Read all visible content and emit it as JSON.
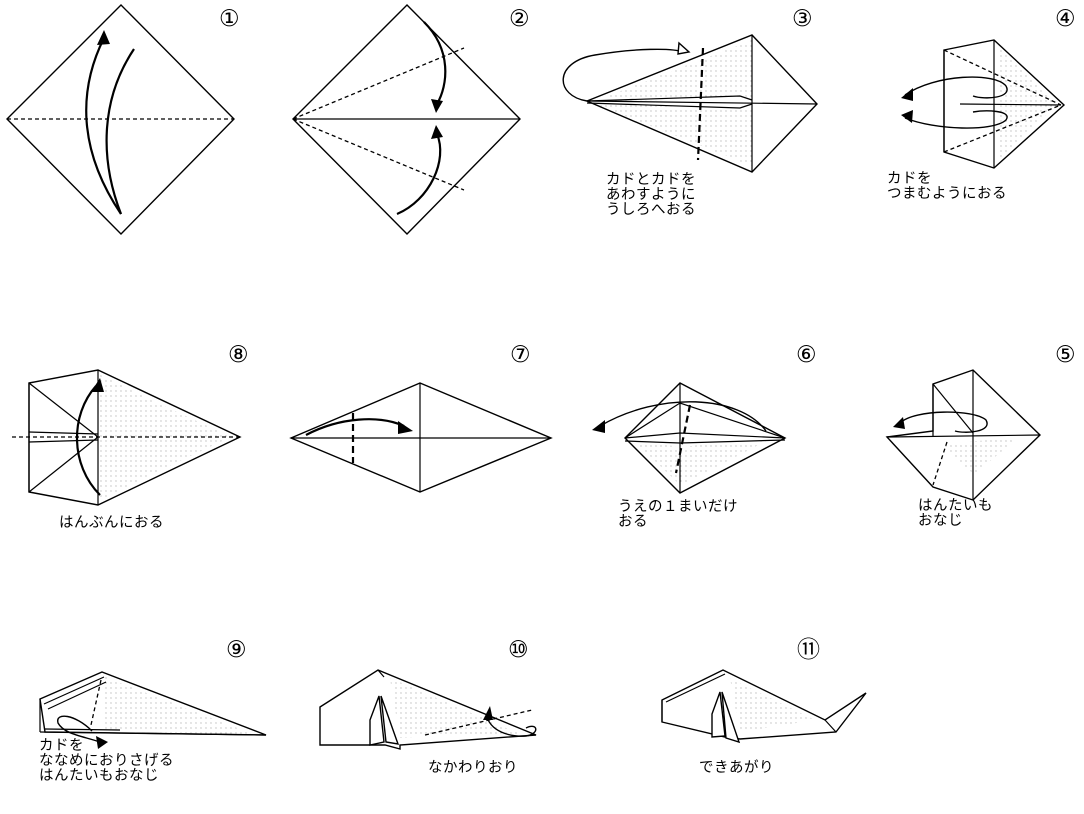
{
  "steps": [
    {
      "id": 1,
      "number": "①",
      "caption": ""
    },
    {
      "id": 2,
      "number": "②",
      "caption": ""
    },
    {
      "id": 3,
      "number": "③",
      "caption": "カドとカドを\nあわすように\nうしろへおる"
    },
    {
      "id": 4,
      "number": "④",
      "caption": "カドを\nつまむようにおる"
    },
    {
      "id": 5,
      "number": "⑤",
      "caption": "はんたいも\nおなじ"
    },
    {
      "id": 6,
      "number": "⑥",
      "caption": "うえの１まいだけ\nおる"
    },
    {
      "id": 7,
      "number": "⑦",
      "caption": ""
    },
    {
      "id": 8,
      "number": "⑧",
      "caption": "はんぶんにおる"
    },
    {
      "id": 9,
      "number": "⑨",
      "caption": "カドを\nななめにおりさげる\nはんたいもおなじ"
    },
    {
      "id": 10,
      "number": "⑩",
      "caption": "なかわりおり"
    },
    {
      "id": 11,
      "number": "⑪",
      "caption": "できあがり"
    }
  ]
}
